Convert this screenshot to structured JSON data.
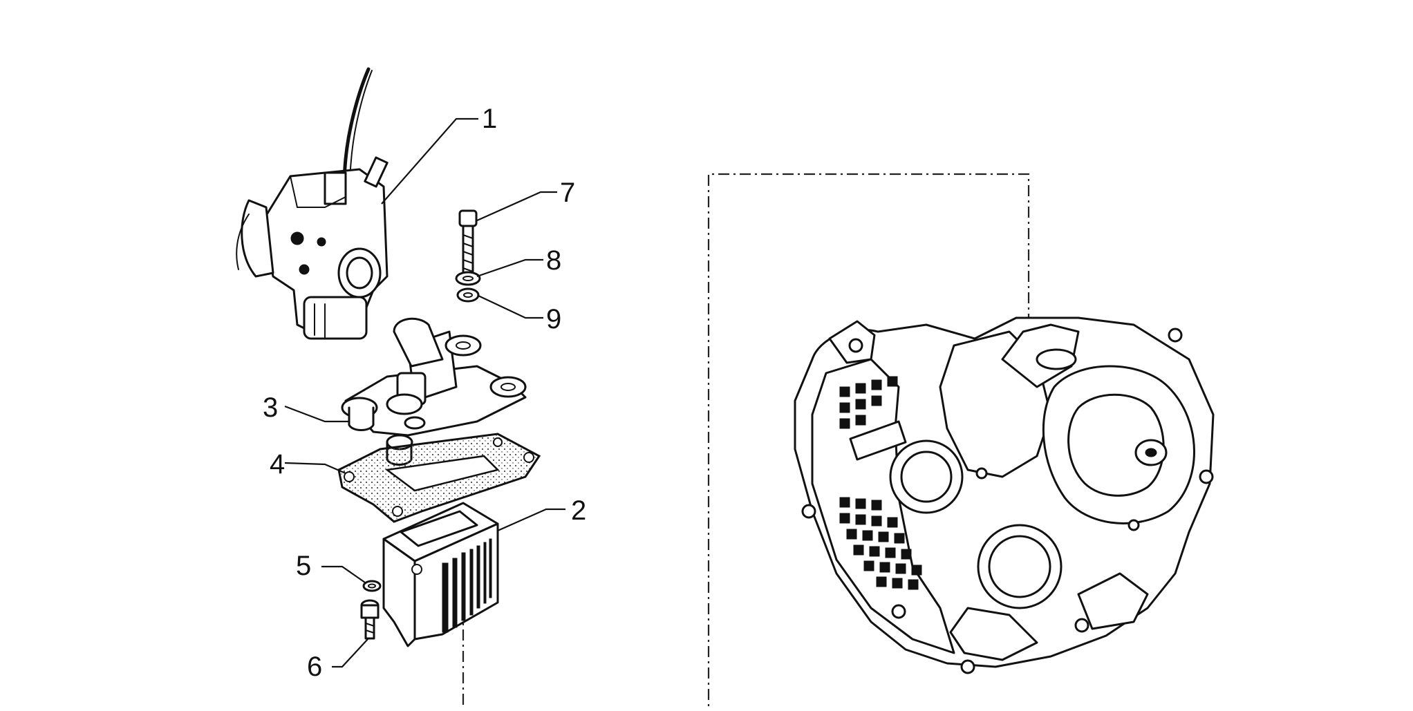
{
  "callouts": [
    "1",
    "2",
    "3",
    "4",
    "5",
    "6",
    "7",
    "8",
    "9"
  ],
  "parts": [
    "carburetor",
    "reed-valve-block",
    "intake-manifold",
    "gasket",
    "washer",
    "screw",
    "bolt",
    "washer",
    "lock-washer",
    "crankcase"
  ],
  "colors": {
    "line": "#111111",
    "background": "#ffffff"
  }
}
